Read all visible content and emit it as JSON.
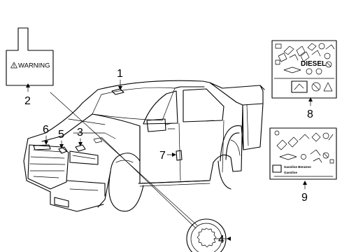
{
  "labels": {
    "warning_tag_text": "WARNING",
    "diesel_label_text": "DIESEL",
    "gasoline_label_line1": "Gasoline Benzene",
    "gasoline_label_line2": "Gasoline"
  },
  "callouts": {
    "n1": "1",
    "n2": "2",
    "n3": "3",
    "n4": "4",
    "n5": "5",
    "n6": "6",
    "n7": "7",
    "n8": "8",
    "n9": "9"
  },
  "icons": {
    "truck": "pickup-truck-outline",
    "warning": "warning-triangle-icon",
    "fuel_cap_label": "gear-ring-label",
    "emissions_labels": "emissions-label-icons"
  },
  "colors": {
    "line": "#000000",
    "background": "#ffffff"
  }
}
